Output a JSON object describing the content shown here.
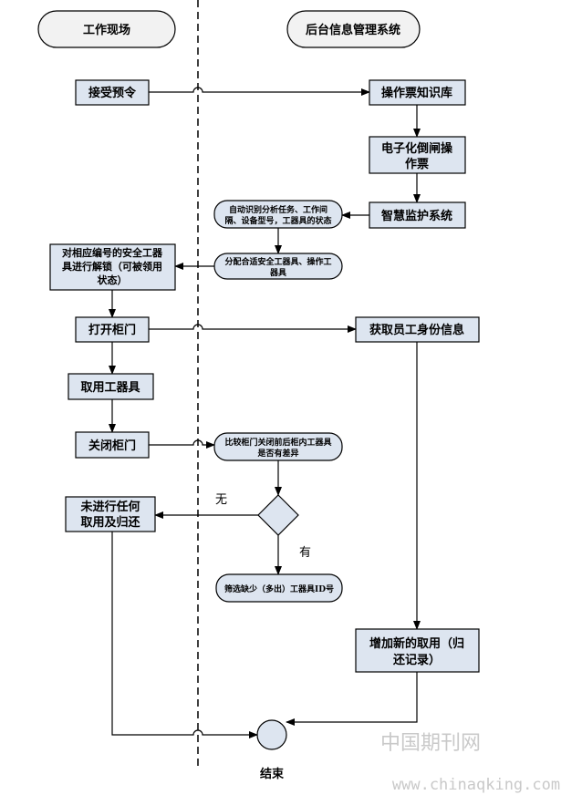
{
  "lanes": {
    "left": "工作现场",
    "right": "后台信息管理系统"
  },
  "nodes": {
    "receive_order": "接受预令",
    "ticket_kb": "操作票知识库",
    "e_ticket": [
      "电子化倒闸操",
      "作票"
    ],
    "smart_monitor": "智慧监护系统",
    "auto_identify": [
      "自动识别分析任务、工作间",
      "隔、设备型号，工器具的状态"
    ],
    "assign_tools": [
      "分配合适安全工器具、操作工",
      "器具"
    ],
    "unlock_tools": [
      "对相应编号的安全工器",
      "具进行解锁（可被领用",
      "状态）"
    ],
    "open_door": "打开柜门",
    "get_identity": "获取员工身份信息",
    "take_tools": "取用工器具",
    "close_door": "关闭柜门",
    "compare": [
      "比较柜门关闭前后柜内工器具",
      "是否有差异"
    ],
    "no_action": [
      "未进行任何",
      "取用及归还"
    ],
    "filter_ids": "筛选缺少（多出）工器具ID号",
    "add_record": [
      "增加新的取用（归",
      "还记录）"
    ],
    "end": "结束"
  },
  "edge_labels": {
    "no": "无",
    "yes": "有"
  },
  "watermark": {
    "cn": "中国期刊网",
    "url": "www.chinaqking.com"
  },
  "colors": {
    "node_fill": "#dde5f0"
  }
}
